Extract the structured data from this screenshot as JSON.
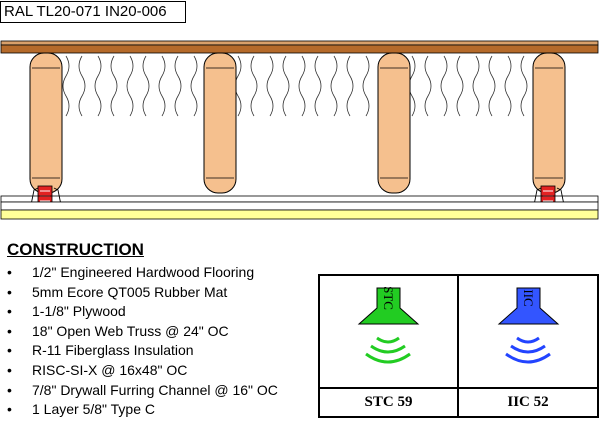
{
  "assembly_id": "RAL TL20-071 IN20-006",
  "construction": {
    "heading": "CONSTRUCTION",
    "layers": [
      "1/2\" Engineered Hardwood Flooring",
      "5mm Ecore QT005 Rubber Mat",
      "1-1/8\" Plywood",
      "18\" Open Web Truss @ 24\" OC",
      "R-11 Fiberglass Insulation",
      "RISC-SI-X @ 16x48\" OC",
      "7/8\" Drywall Furring Channel @ 16\" OC",
      "1 Layer 5/8\" Type C"
    ]
  },
  "ratings": {
    "stc": {
      "icon_text": "STC",
      "label": "STC 59",
      "color": "#22cc22"
    },
    "iic": {
      "icon_text": "IIC",
      "label": "IIC 52",
      "color": "#3355ff"
    }
  },
  "colors": {
    "flooring": "#b56a2a",
    "wood": "#f5c08e",
    "insulation": "#ffffff",
    "isolator": "#e32222",
    "drywall": "#ffff99"
  }
}
